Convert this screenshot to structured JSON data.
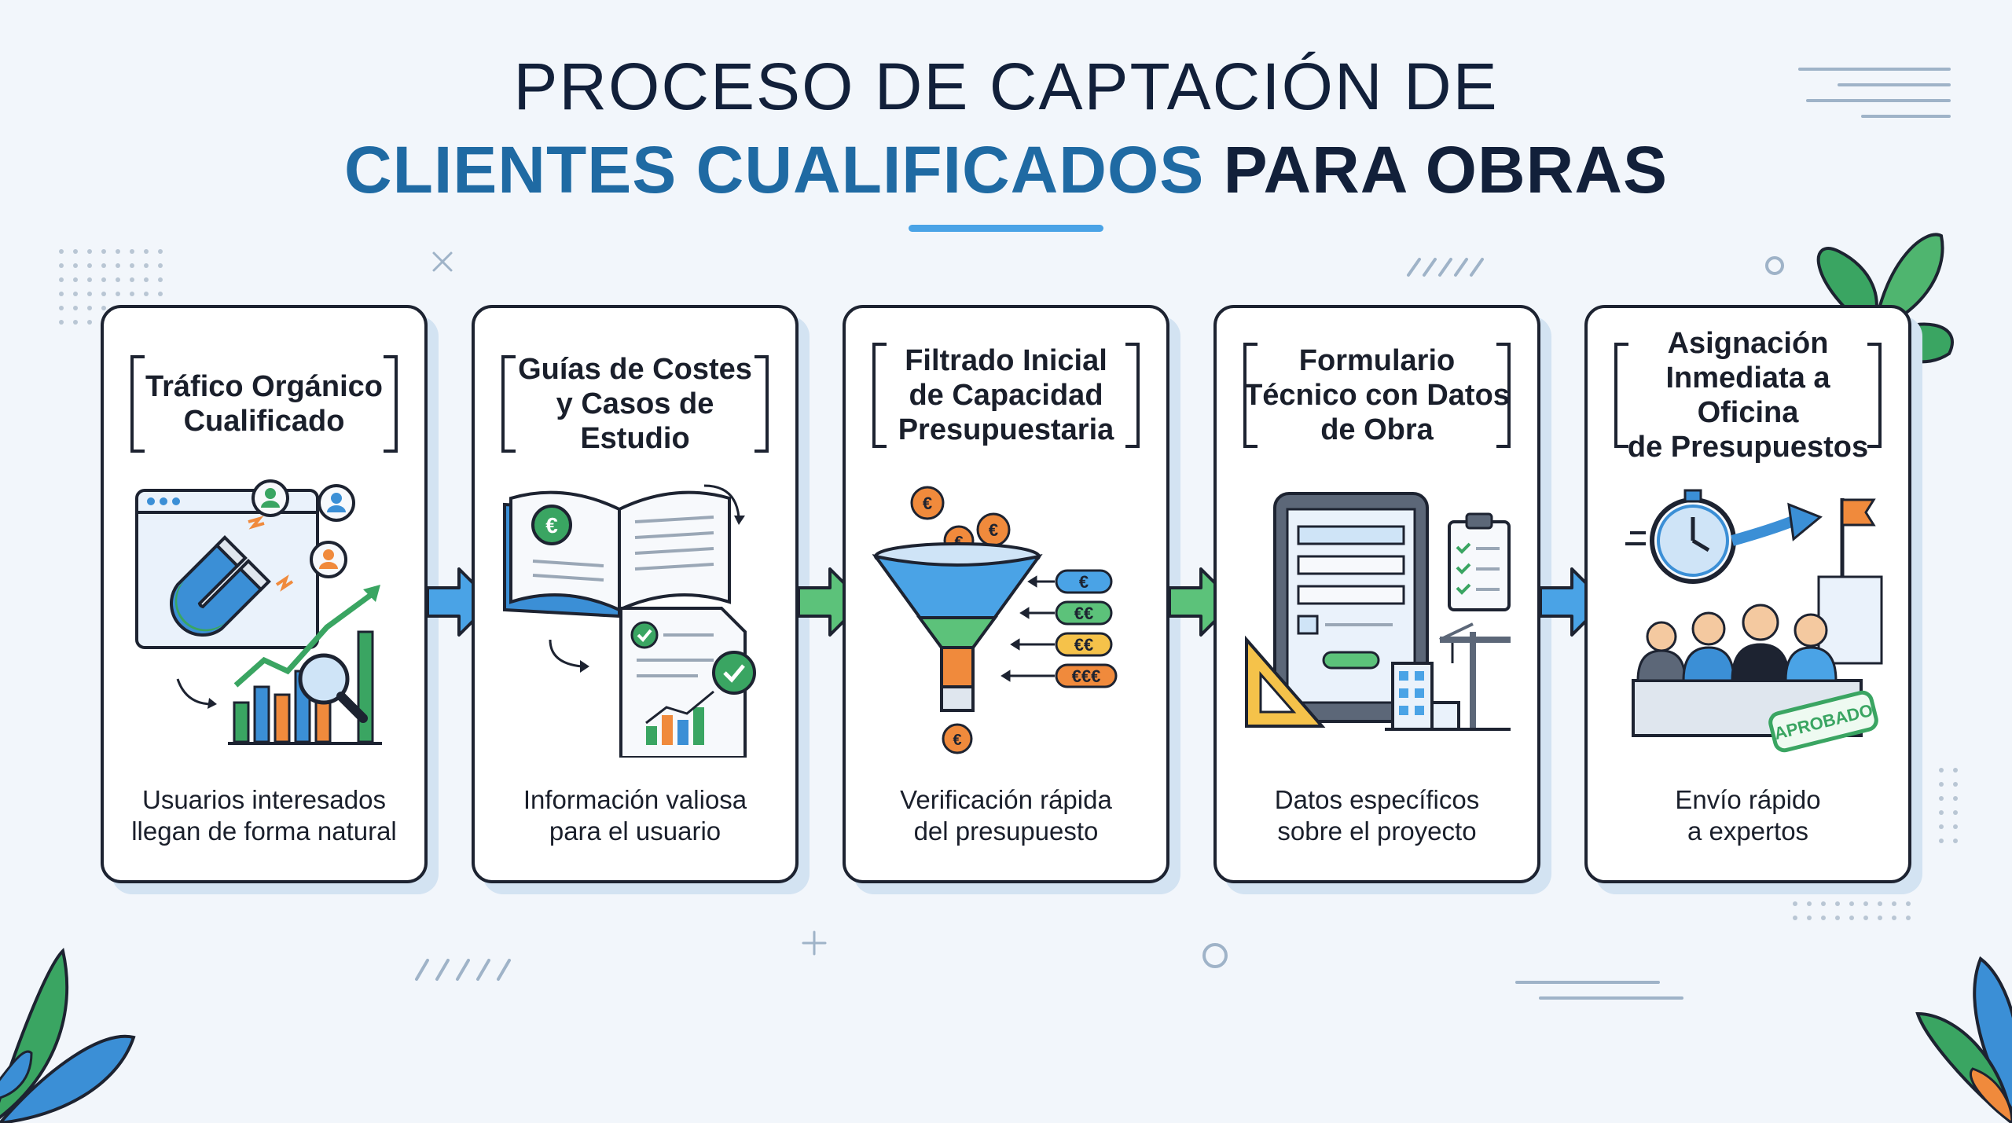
{
  "title": {
    "line1": "PROCESO DE CAPTACIÓN DE",
    "line2_accent": "CLIENTES CUALIFICADOS",
    "line2_rest": "PARA OBRAS"
  },
  "steps": [
    {
      "title": "Tráfico Orgánico Cualificado",
      "title_lines": [
        "Tráfico Orgánico",
        "Cualificado"
      ],
      "desc_lines": [
        "Usuarios interesados",
        "llegan de forma natural"
      ],
      "icon": "magnet-traffic-icon"
    },
    {
      "title": "Guías de Costes y Casos de Estudio",
      "title_lines": [
        "Guías de Costes",
        "y Casos de Estudio"
      ],
      "desc_lines": [
        "Información valiosa",
        "para el usuario"
      ],
      "icon": "book-guide-icon"
    },
    {
      "title": "Filtrado Inicial de Capacidad Presupuestaria",
      "title_lines": [
        "Filtrado Inicial",
        "de Capacidad",
        "Presupuestaria"
      ],
      "desc_lines": [
        "Verificación rápida",
        "del presupuesto"
      ],
      "icon": "funnel-icon",
      "tags": [
        "€",
        "€€",
        "€€",
        "€€€"
      ]
    },
    {
      "title": "Formulario Técnico con Datos de Obra",
      "title_lines": [
        "Formulario",
        "Técnico con Datos",
        "de Obra"
      ],
      "desc_lines": [
        "Datos específicos",
        "sobre el proyecto"
      ],
      "icon": "tablet-form-icon"
    },
    {
      "title": "Asignación Inmediata a Oficina de Presupuestos",
      "title_lines": [
        "Asignación",
        "Inmediata a Oficina",
        "de Presupuestos"
      ],
      "desc_lines": [
        "Envío rápido",
        "a expertos"
      ],
      "icon": "team-approval-icon",
      "stamp": "APROBADO"
    }
  ],
  "colors": {
    "accent_blue": "#1f6aa3",
    "arrow_blue": "#4aa3e6",
    "arrow_green": "#5cc27a",
    "leaf_green": "#3aa562",
    "leaf_blue": "#3b8fd6",
    "leaf_orange": "#f08a3c"
  }
}
